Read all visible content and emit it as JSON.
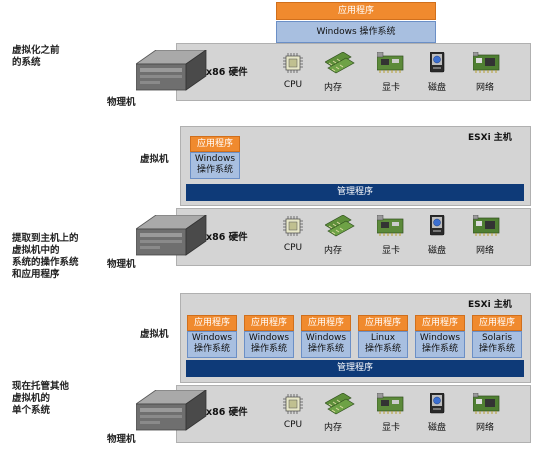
{
  "row1": {
    "caption": "虚拟化之前\n的系统",
    "app_label": "应用程序",
    "os_label": "Windows 操作系统",
    "hw_label": "x86 硬件",
    "physical_label": "物理机",
    "components": [
      "CPU",
      "内存",
      "显卡",
      "磁盘",
      "网络"
    ]
  },
  "row2": {
    "caption": "提取到主机上的\n虚拟机中的\n系统的操作系统\n和应用程序",
    "vm_side_label": "虚拟机",
    "esxi_label": "ESXi 主机",
    "vm": {
      "app": "应用程序",
      "os": "Windows\n操作系统"
    },
    "hypervisor_label": "管理程序",
    "hw_label": "x86 硬件",
    "physical_label": "物理机",
    "components": [
      "CPU",
      "内存",
      "显卡",
      "磁盘",
      "网络"
    ]
  },
  "row3": {
    "caption": "现在托管其他\n虚拟机的\n单个系统",
    "vm_side_label": "虚拟机",
    "esxi_label": "ESXi 主机",
    "vms": [
      {
        "app": "应用程序",
        "os": "Windows\n操作系统"
      },
      {
        "app": "应用程序",
        "os": "Windows\n操作系统"
      },
      {
        "app": "应用程序",
        "os": "Windows\n操作系统"
      },
      {
        "app": "应用程序",
        "os": "Linux\n操作系统"
      },
      {
        "app": "应用程序",
        "os": "Windows\n操作系统"
      },
      {
        "app": "应用程序",
        "os": "Solaris\n操作系统"
      }
    ],
    "hypervisor_label": "管理程序",
    "hw_label": "x86 硬件",
    "physical_label": "物理机",
    "components": [
      "CPU",
      "内存",
      "显卡",
      "磁盘",
      "网络"
    ]
  },
  "colors": {
    "app_orange": "#f08a2e",
    "os_blue": "#a8bfe0",
    "hypervisor_navy": "#0e3a78",
    "band_gray": "#d4d4d4"
  }
}
